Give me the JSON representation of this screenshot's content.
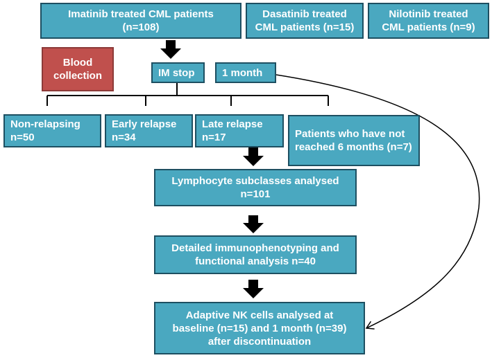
{
  "top_boxes": [
    {
      "lines": [
        "Imatinib treated CML patients",
        "(n=108)"
      ]
    },
    {
      "lines": [
        "Dasatinib treated",
        "CML patients  (n=15)"
      ]
    },
    {
      "lines": [
        "Nilotinib treated",
        "CML patients  (n=9)"
      ]
    }
  ],
  "blood_collection": {
    "lines": [
      "Blood",
      "collection"
    ]
  },
  "im_stop": "IM stop",
  "one_month": "1 month",
  "groups": [
    {
      "lines": [
        "Non-relapsing",
        "n=50"
      ]
    },
    {
      "lines": [
        "Early relapse",
        "n=34"
      ]
    },
    {
      "lines": [
        "Late relapse",
        "n=17"
      ]
    },
    {
      "lines": [
        "Patients who have not",
        "reached 6 months (n=7)"
      ]
    }
  ],
  "steps": [
    {
      "lines": [
        "Lymphocyte subclasses analysed",
        "n=101"
      ]
    },
    {
      "lines": [
        "Detailed immunophenotyping and",
        "functional analysis n=40"
      ]
    },
    {
      "lines": [
        "Adaptive NK cells analysed at",
        "baseline (n=15) and 1 month (n=39)",
        "after discontinuation"
      ]
    }
  ],
  "colors": {
    "box_fill": "#4aa8c0",
    "box_border": "#1d4f61",
    "blood_fill": "#c0504d",
    "arrow": "#000000"
  }
}
